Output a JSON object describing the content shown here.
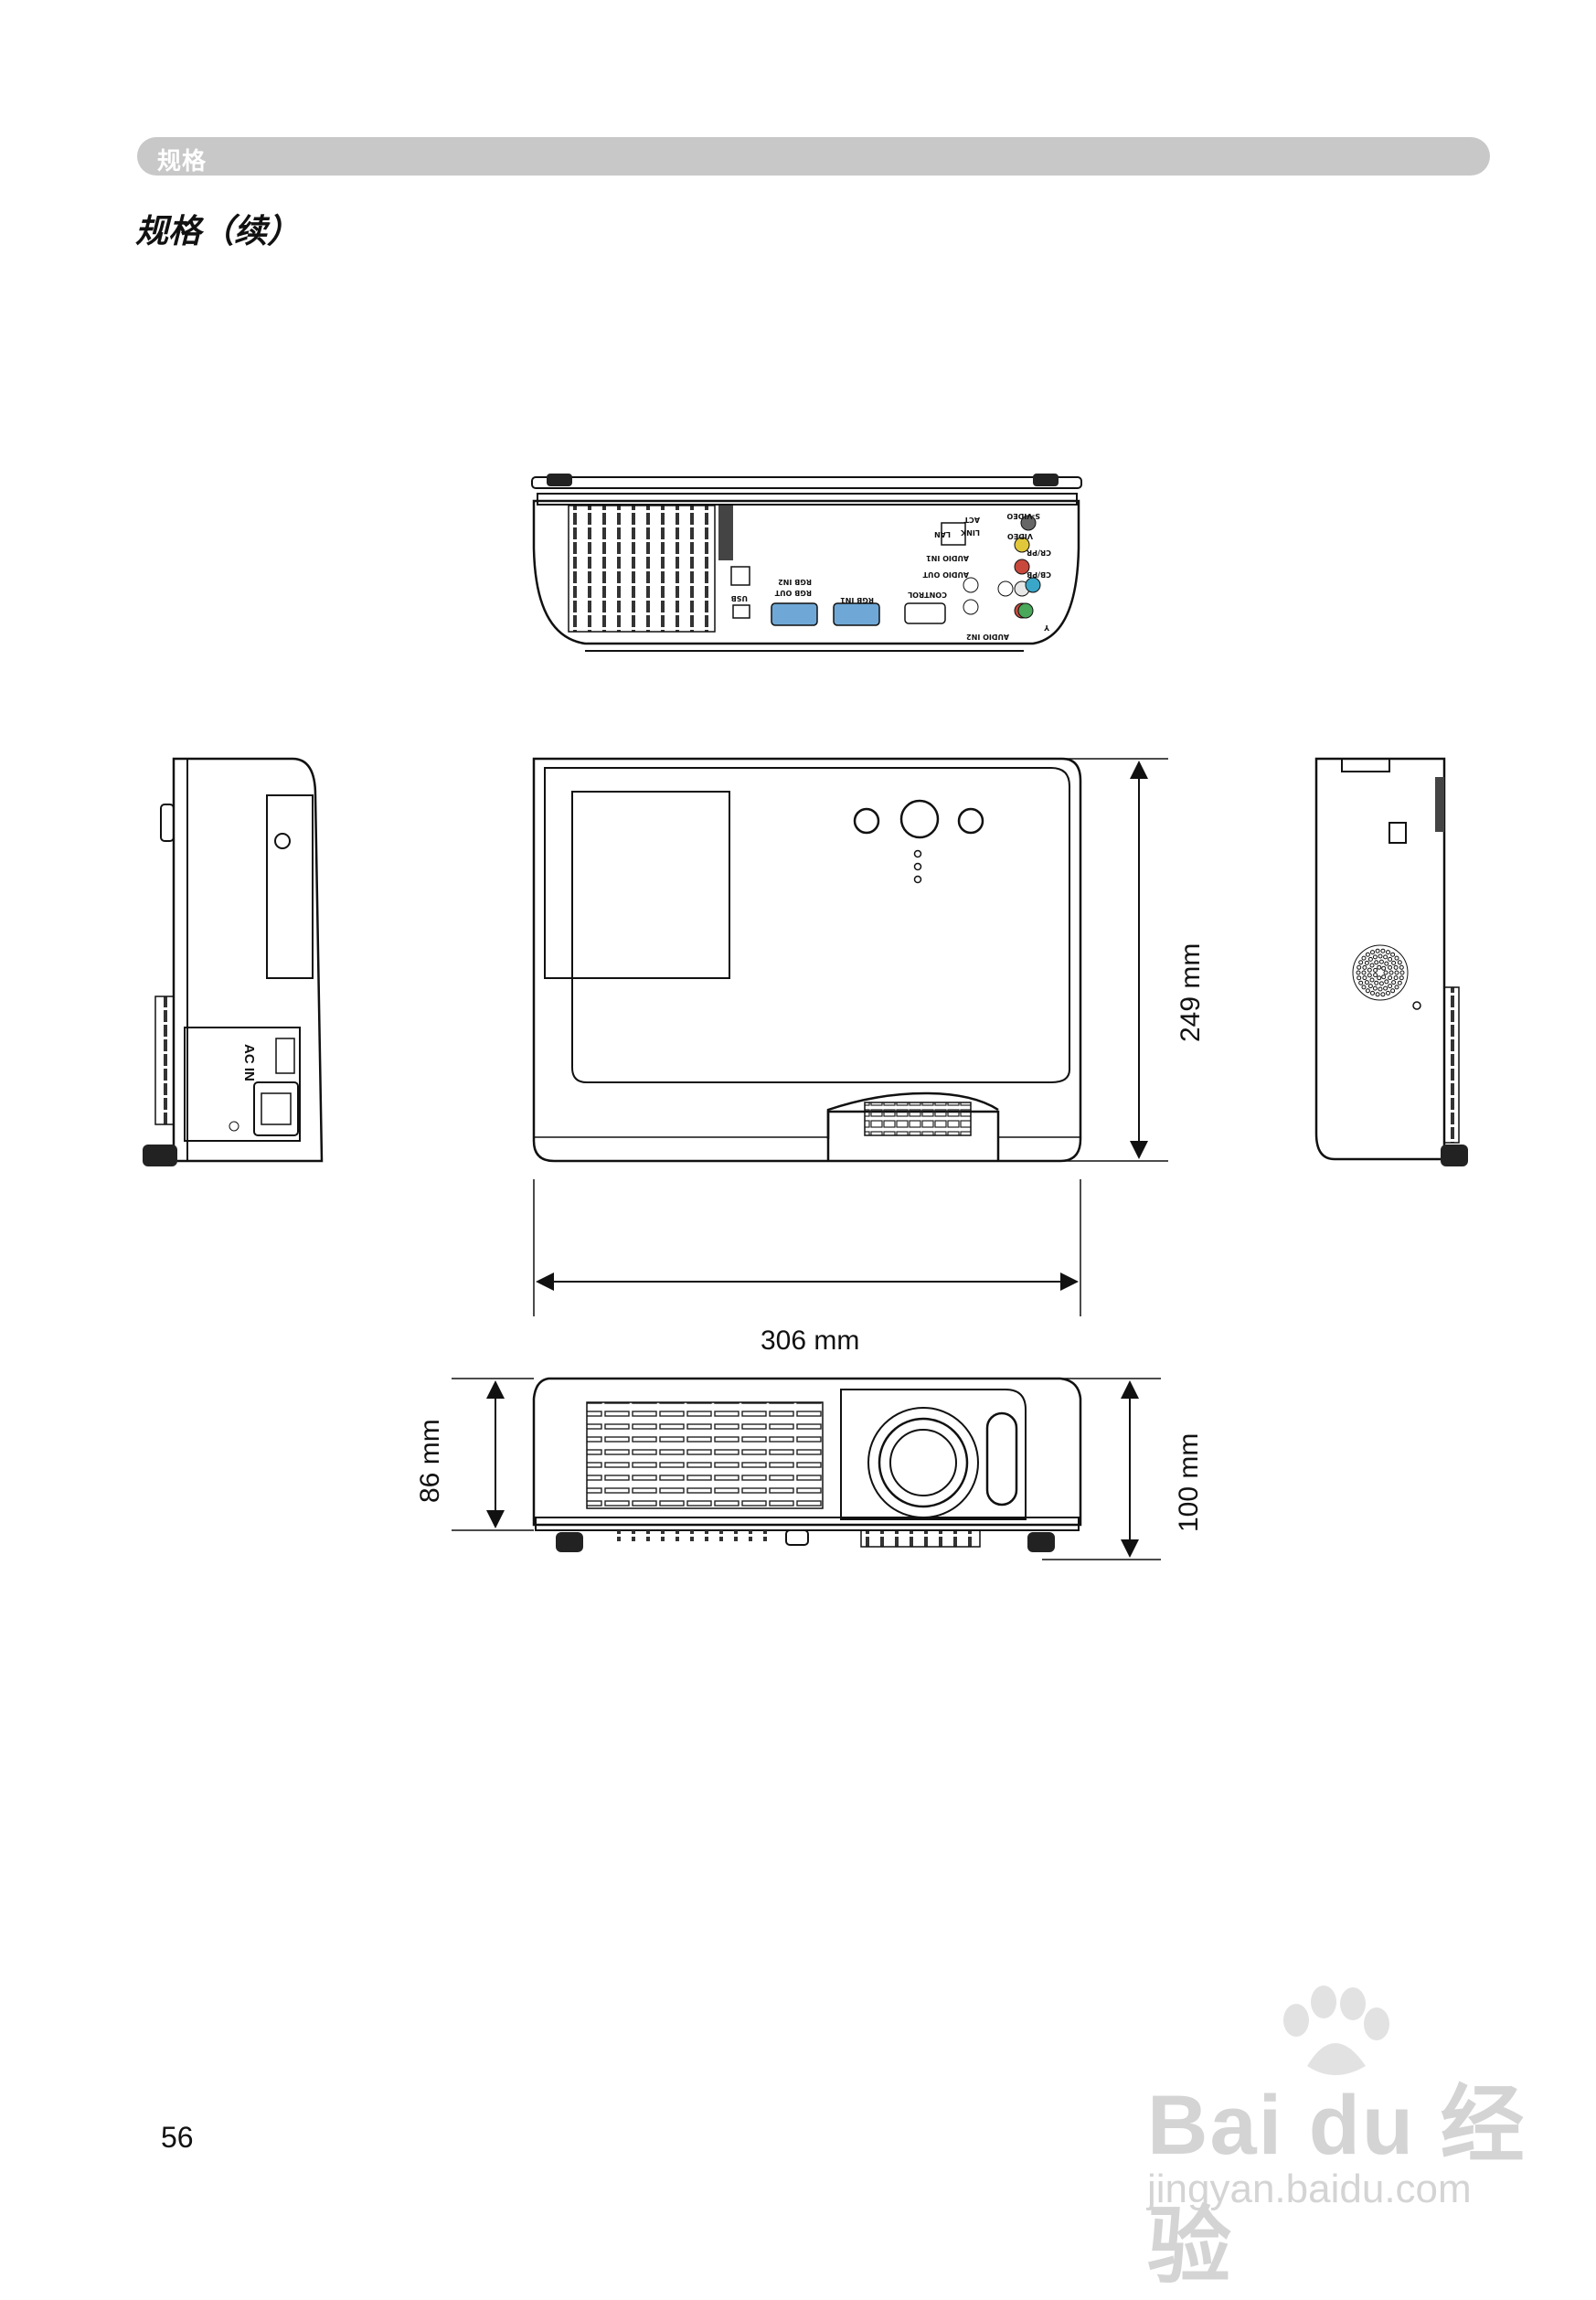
{
  "section": {
    "label": "规格"
  },
  "heading": "规格（续）",
  "drawings": {
    "width_label": "306 mm",
    "depth_label": "249 mm",
    "height_body_label": "86 mm",
    "height_total_label": "100 mm",
    "rear_panel": {
      "s_video": "S-VIDEO",
      "act": "ACT",
      "link": "LINK",
      "lan": "LAN",
      "video": "VIDEO",
      "cr_pr": "CR/PR",
      "cb_pb": "CB/PB",
      "y": "Y",
      "audio_in1": "AUDIO IN1",
      "audio_out": "AUDIO OUT",
      "audio_in2": "AUDIO IN2",
      "control": "CONTROL",
      "rgb_in1": "RGB IN1",
      "rgb_in2": "RGB IN2",
      "rgb_out": "RGB OUT",
      "usb": "USB"
    },
    "side_panel": {
      "ac_in": "AC IN"
    }
  },
  "page_number": "56",
  "watermark": {
    "brand": "Bai du 经验",
    "url": "jingyan.baidu.com"
  }
}
